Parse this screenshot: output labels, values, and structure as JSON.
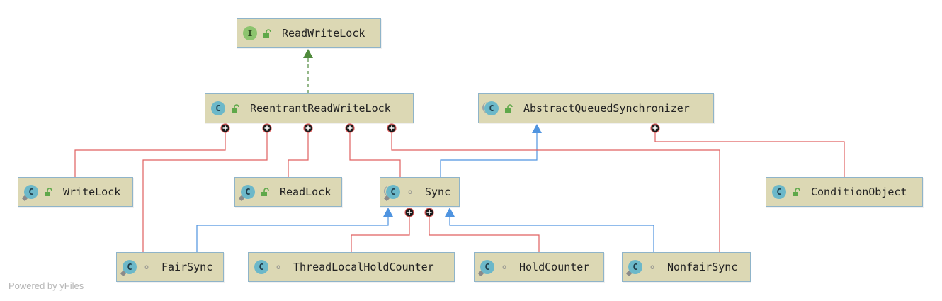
{
  "nodes": [
    {
      "id": "readwritelock",
      "label": "ReadWriteLock",
      "kind": "I",
      "kind_type": "interface",
      "visibility": "public"
    },
    {
      "id": "reentrantreadwritelock",
      "label": "ReentrantReadWriteLock",
      "kind": "C",
      "kind_type": "class",
      "visibility": "public"
    },
    {
      "id": "abstractqueuedsynchronizer",
      "label": "AbstractQueuedSynchronizer",
      "kind": "C",
      "kind_type": "abstract",
      "visibility": "public"
    },
    {
      "id": "writelock",
      "label": "WriteLock",
      "kind": "C",
      "kind_type": "class static",
      "visibility": "public"
    },
    {
      "id": "readlock",
      "label": "ReadLock",
      "kind": "C",
      "kind_type": "class static",
      "visibility": "public"
    },
    {
      "id": "sync",
      "label": "Sync",
      "kind": "C",
      "kind_type": "abstract static",
      "visibility": "package"
    },
    {
      "id": "conditionobject",
      "label": "ConditionObject",
      "kind": "C",
      "kind_type": "class",
      "visibility": "public"
    },
    {
      "id": "fairsync",
      "label": "FairSync",
      "kind": "C",
      "kind_type": "class static",
      "visibility": "package"
    },
    {
      "id": "threadlocalholdcounter",
      "label": "ThreadLocalHoldCounter",
      "kind": "C",
      "kind_type": "class",
      "visibility": "package"
    },
    {
      "id": "holdcounter",
      "label": "HoldCounter",
      "kind": "C",
      "kind_type": "class static",
      "visibility": "package"
    },
    {
      "id": "nonfairsync",
      "label": "NonfairSync",
      "kind": "C",
      "kind_type": "class static",
      "visibility": "package"
    }
  ],
  "edges": [
    {
      "from": "reentrantreadwritelock",
      "to": "readwritelock",
      "type": "implements"
    },
    {
      "from": "sync",
      "to": "abstractqueuedsynchronizer",
      "type": "extends"
    },
    {
      "from": "fairsync",
      "to": "sync",
      "type": "extends"
    },
    {
      "from": "nonfairsync",
      "to": "sync",
      "type": "extends"
    },
    {
      "from": "reentrantreadwritelock",
      "to": "writelock",
      "type": "inner"
    },
    {
      "from": "reentrantreadwritelock",
      "to": "fairsync",
      "type": "inner"
    },
    {
      "from": "reentrantreadwritelock",
      "to": "readlock",
      "type": "inner"
    },
    {
      "from": "reentrantreadwritelock",
      "to": "sync",
      "type": "inner"
    },
    {
      "from": "reentrantreadwritelock",
      "to": "nonfairsync",
      "type": "inner"
    },
    {
      "from": "abstractqueuedsynchronizer",
      "to": "conditionobject",
      "type": "inner"
    },
    {
      "from": "sync",
      "to": "threadlocalholdcounter",
      "type": "inner"
    },
    {
      "from": "sync",
      "to": "holdcounter",
      "type": "inner"
    }
  ],
  "colors": {
    "node_fill": "#dcd8b4",
    "node_border": "#8fb4c9",
    "extends": "#4f94e0",
    "implements": "#4f8a3c",
    "inner": "#e06060"
  },
  "watermark": "Powered by yFiles"
}
